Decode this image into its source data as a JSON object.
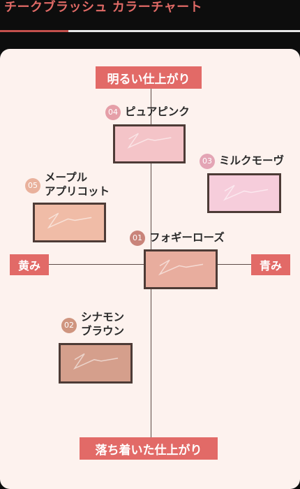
{
  "header": {
    "title": "チークブラッシュ カラーチャート"
  },
  "axes": {
    "top": "明るい仕上がり",
    "bottom": "落ち着いた仕上がり",
    "left": "黄み",
    "right": "青み"
  },
  "colors": {
    "accent": "#e26a67",
    "num_01": "#c9847a",
    "num_02": "#cf957f",
    "num_03": "#e4a5b5",
    "num_04": "#e59fa8",
    "num_05": "#e9b19c",
    "shade_01": "#e8ad9e",
    "shade_02": "#d59f8c",
    "shade_03": "#f6cddb",
    "shade_04": "#f4c4c8",
    "shade_05": "#f0bca7"
  },
  "shades": [
    {
      "number": "04",
      "name": [
        "ピュアピンク"
      ],
      "icon": "swirl-icon"
    },
    {
      "number": "03",
      "name": [
        "ミルクモーヴ"
      ],
      "icon": "swirl-icon"
    },
    {
      "number": "05",
      "name": [
        "メープル",
        "アプリコット"
      ],
      "icon": "swirl-icon"
    },
    {
      "number": "01",
      "name": [
        "フォギーローズ"
      ],
      "icon": "swirl-icon"
    },
    {
      "number": "02",
      "name": [
        "シナモン",
        "ブラウン"
      ],
      "icon": "swirl-icon"
    }
  ]
}
